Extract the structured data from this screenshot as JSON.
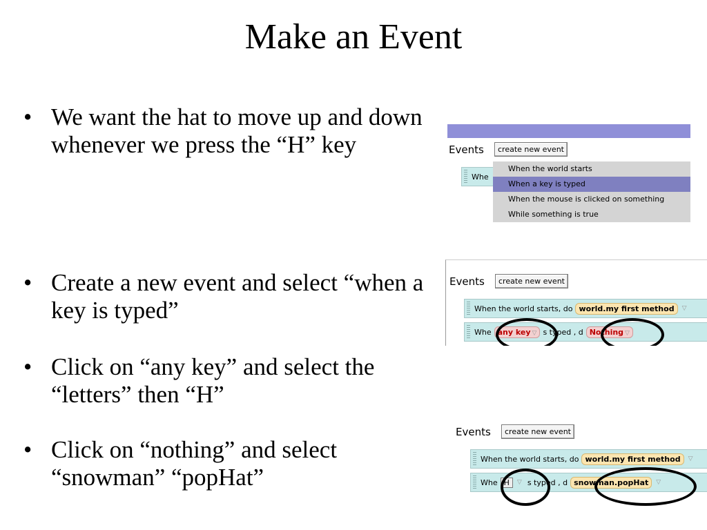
{
  "title": "Make an Event",
  "bullets": [
    {
      "text": "We want the hat to move up and down whenever we press the “H” key"
    },
    {
      "text": "Create a new event and select “when a key is typed”"
    },
    {
      "text": "Click on “any key” and select the “letters” then  “H”"
    },
    {
      "text": "Click on “nothing” and select “snowman” “popHat”"
    }
  ],
  "bullet_glyph": "•",
  "panel1": {
    "events_label": "Events",
    "create_button": "create new event",
    "partial_row": "Whe",
    "menu": [
      "When the world starts",
      "When a key is typed",
      "When the mouse is clicked on something",
      "While something is true"
    ],
    "selected_index": 1
  },
  "panel2": {
    "events_label": "Events",
    "create_button": "create new event",
    "row1": {
      "text": "When the world starts,  do",
      "chip": "world.my first method"
    },
    "row2": {
      "prefix": "Whe",
      "key_chip": "any key",
      "middle": "s typed ,  d",
      "action_chip": "Nothing"
    }
  },
  "panel3": {
    "events_label": "Events",
    "create_button": "create new event",
    "row1": {
      "text": "When the world starts,  do",
      "chip": "world.my first method"
    },
    "row2": {
      "prefix": "Whe",
      "key_chip": "H",
      "middle": "s typed ,  d",
      "action_chip": "snowman.popHat"
    }
  },
  "colors": {
    "row_bg": "#c8eaea",
    "menu_highlight": "#7f80c0",
    "header_bar": "#8f8fd8"
  }
}
